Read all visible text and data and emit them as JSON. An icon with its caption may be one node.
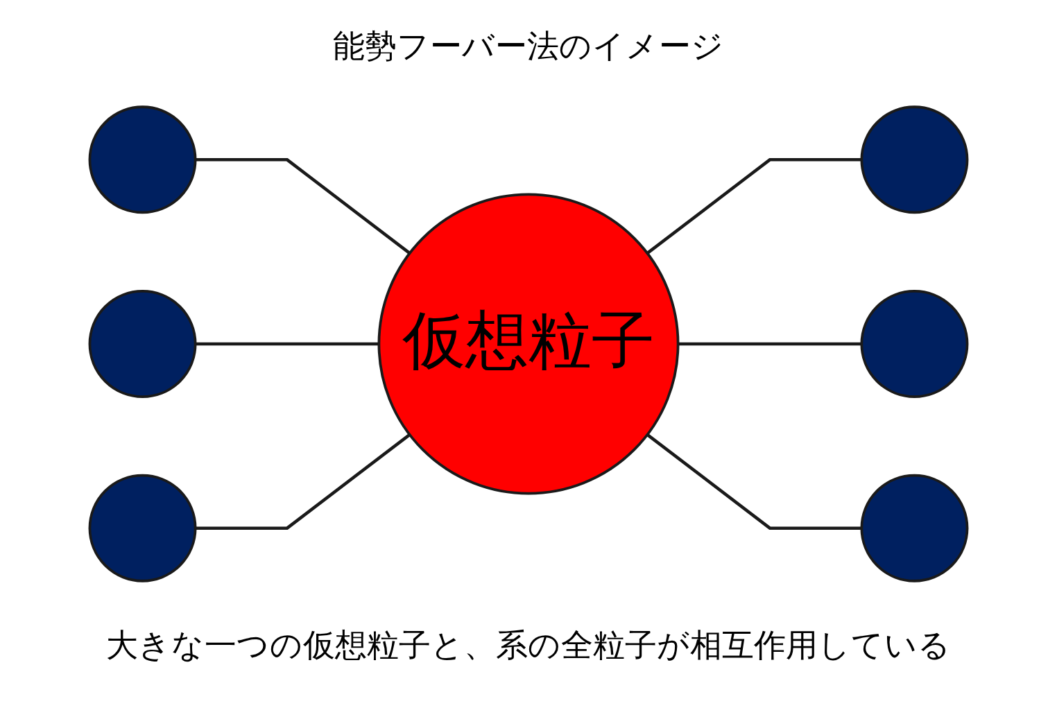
{
  "diagram": {
    "title": "能勢フーバー法のイメージ",
    "caption": "大きな一つの仮想粒子と、系の全粒子が相互作用している",
    "nodes": [
      {
        "text": [
          "仮想粒子"
        ]
      },
      {
        "text": [],
        "shape": "circle"
      },
      {
        "text": [],
        "shape": "circle"
      },
      {
        "text": [],
        "shape": "circle"
      },
      {
        "text": [],
        "shape": "circle"
      },
      {
        "text": [],
        "shape": "circle"
      },
      {
        "text": [],
        "shape": "circle"
      }
    ],
    "edges": [
      {
        "from": 0,
        "to": 1,
        "arrow": "none"
      },
      {
        "from": 0,
        "to": 2,
        "arrow": "none"
      },
      {
        "from": 0,
        "to": 3,
        "arrow": "none"
      },
      {
        "from": 0,
        "to": 4,
        "arrow": "none"
      },
      {
        "from": 0,
        "to": 5,
        "arrow": "none"
      },
      {
        "from": 0,
        "to": 6,
        "arrow": "none"
      }
    ]
  }
}
